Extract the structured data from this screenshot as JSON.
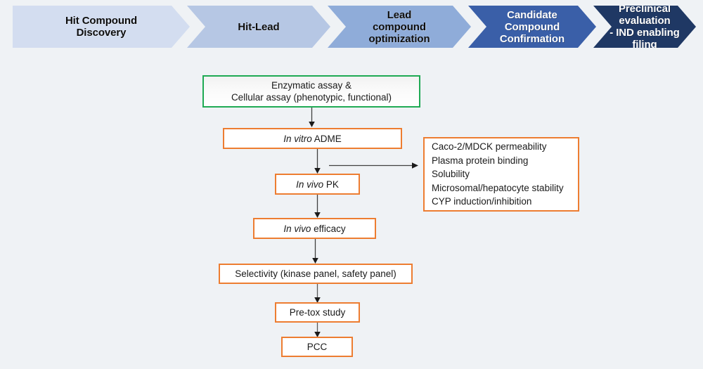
{
  "background_color": "#eff2f5",
  "stage_banner": {
    "name": "drug-discovery-stage-banner",
    "stages": [
      {
        "label": "Hit Compound\nDiscovery",
        "color": "#d3ddf0",
        "text_color": "#0d0d0d",
        "shape": "start"
      },
      {
        "label": "Hit-Lead",
        "color": "#b6c7e4",
        "text_color": "#0d0d0d",
        "shape": "mid"
      },
      {
        "label": "Lead\ncompound\noptimization",
        "color": "#8facd9",
        "text_color": "#0d0d0d",
        "shape": "mid"
      },
      {
        "label": "Candidate\nCompound\nConfirmation",
        "color": "#3a5fa8",
        "text_color": "#ffffff",
        "shape": "mid"
      },
      {
        "label": "Preclinical evaluation\n- IND enabling filing",
        "color": "#1f3864",
        "text_color": "#ffffff",
        "shape": "end"
      }
    ]
  },
  "flowchart": {
    "accent_green": "#1faa54",
    "accent_orange": "#ed7d31",
    "nodes": [
      {
        "id": "assay",
        "border": "green",
        "line1": "Enzymatic assay &",
        "line2": "Cellular assay (phenotypic, functional)"
      },
      {
        "id": "in-vitro-adme",
        "border": "orange",
        "italic_part": "In vitro",
        "plain_part": " ADME"
      },
      {
        "id": "in-vivo-pk",
        "border": "orange",
        "italic_part": "In vivo",
        "plain_part": " PK"
      },
      {
        "id": "in-vivo-efficacy",
        "border": "orange",
        "italic_part": "In vivo",
        "plain_part": " efficacy"
      },
      {
        "id": "selectivity",
        "border": "orange",
        "plain_part": "Selectivity (kinase panel, safety panel)"
      },
      {
        "id": "pre-tox-study",
        "border": "orange",
        "plain_part": "Pre-tox study"
      },
      {
        "id": "pcc",
        "border": "orange",
        "plain_part": "PCC"
      }
    ],
    "side_box": {
      "id": "adme-assay-list",
      "border": "orange",
      "lines": [
        "Caco-2/MDCK permeability",
        "Plasma protein binding",
        "Solubility",
        "Microsomal/hepatocyte stability",
        "CYP induction/inhibition"
      ]
    }
  }
}
